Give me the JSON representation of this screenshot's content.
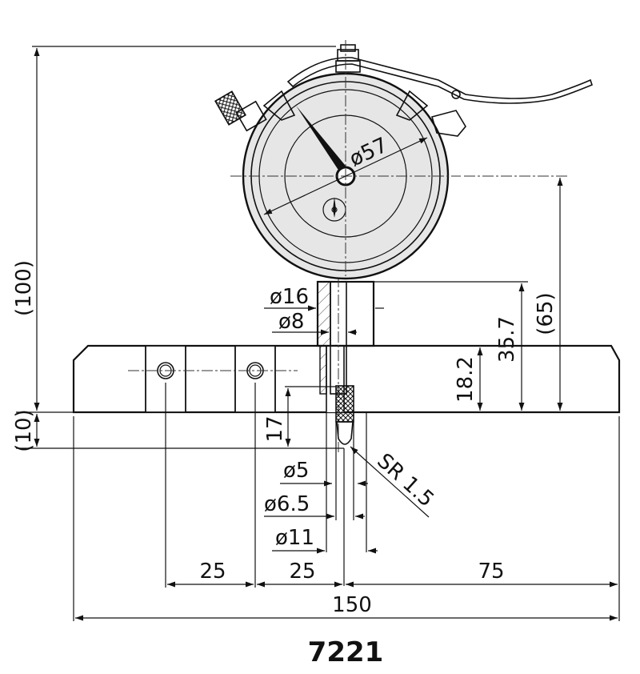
{
  "drawing": {
    "model_number": "7221",
    "dimensions": {
      "dial_diameter": "ø57",
      "overall_height": "(100)",
      "base_offset": "(10)",
      "stem_diameter_outer": "ø16",
      "stem_diameter_inner": "ø8",
      "spindle_travel": "35.7",
      "center_height": "(65)",
      "base_thickness": "18.2",
      "probe_length": "17",
      "contact_diameter": "ø5",
      "probe_diameter": "ø6.5",
      "guide_diameter": "ø11",
      "contact_radius": "SR 1.5",
      "hole_spacing_1": "25",
      "hole_spacing_2": "25",
      "right_length": "75",
      "total_length": "150"
    }
  }
}
